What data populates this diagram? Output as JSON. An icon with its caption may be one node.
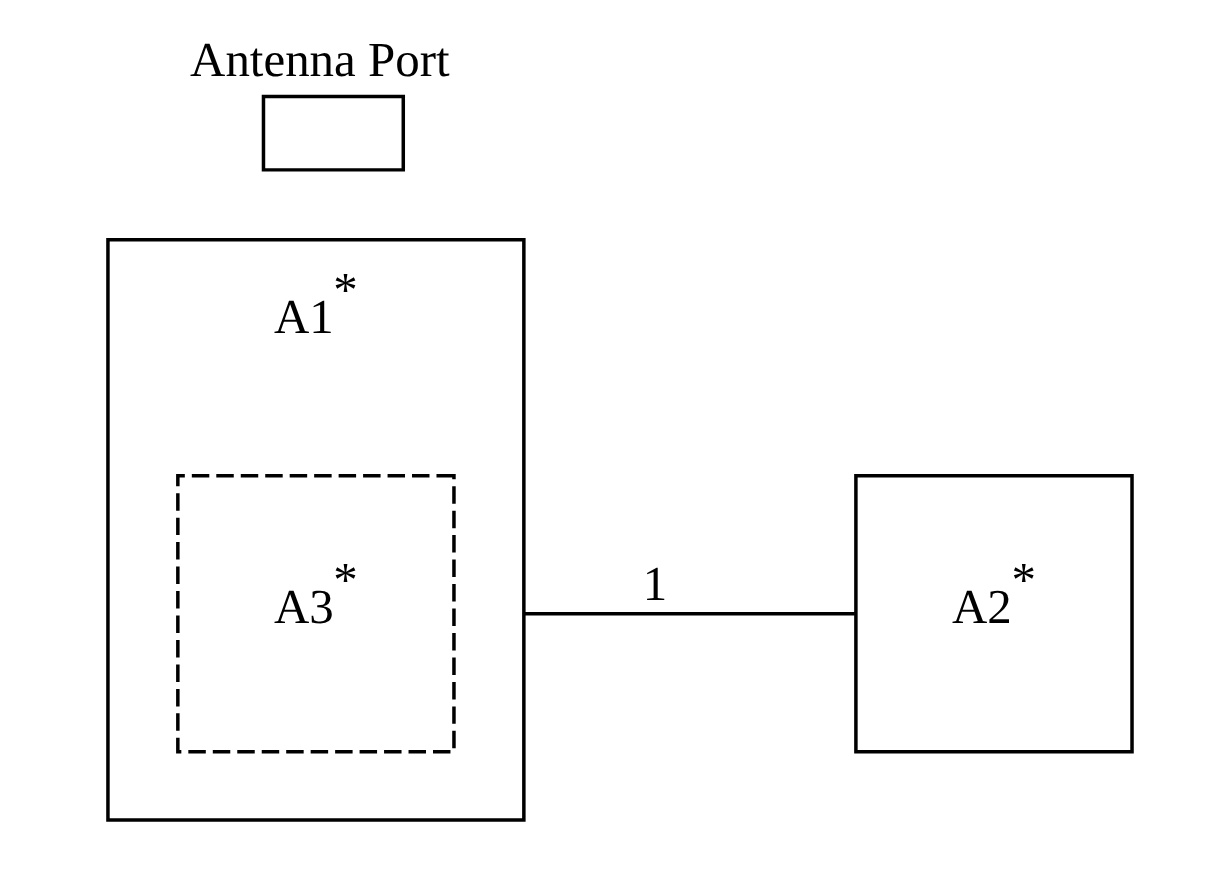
{
  "diagram": {
    "nodes": [
      {
        "text": [
          "A2$^{*}$"
        ]
      },
      {
        "text": [
          "Antenna Port"
        ]
      },
      {
        "text": [
          "A1$^{*}$"
        ]
      },
      {
        "text": [
          "A3$^{*}$"
        ],
        "in": 2
      }
    ],
    "edges": [
      {
        "from": 2,
        "to": 0,
        "arrow": "none",
        "label": "1"
      }
    ]
  }
}
